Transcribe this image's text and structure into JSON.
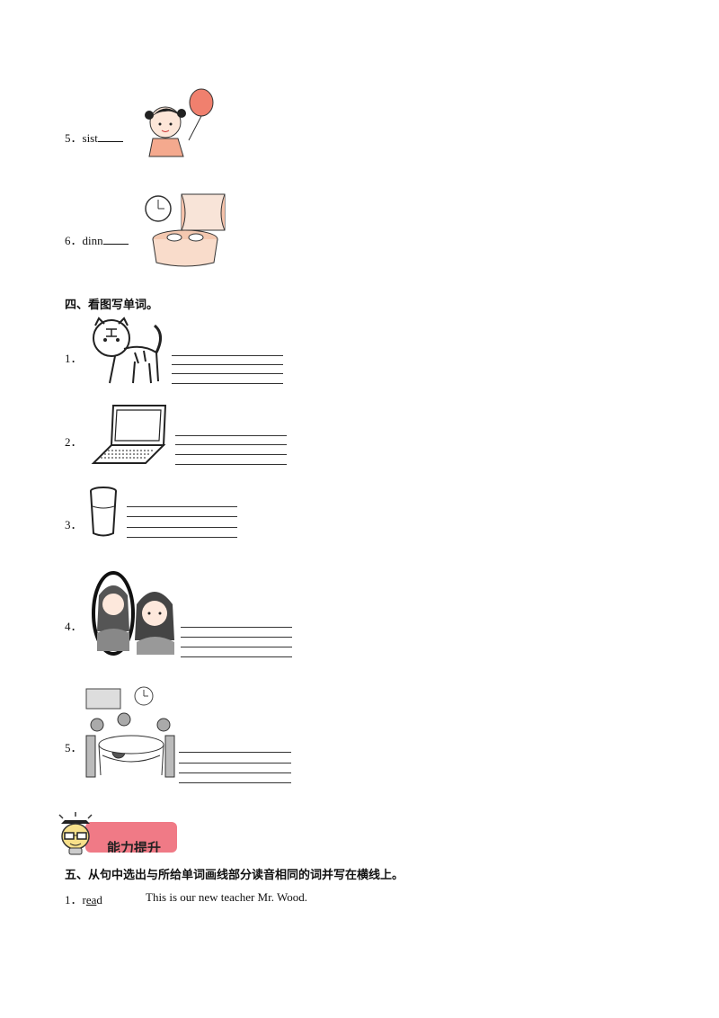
{
  "phonics_items": [
    {
      "number": "5．",
      "word_prefix": "sist",
      "image": "girl-with-balloon"
    },
    {
      "number": "6．",
      "word_prefix": "dinn",
      "image": "dinner-table-clock"
    }
  ],
  "section4": {
    "title": "四、看图写单词。",
    "items": [
      {
        "number": "1．",
        "image": "tiger-icon"
      },
      {
        "number": "2．",
        "image": "laptop-icon"
      },
      {
        "number": "3．",
        "image": "glass-icon"
      },
      {
        "number": "4．",
        "image": "sisters-icon"
      },
      {
        "number": "5．",
        "image": "family-dinner-icon"
      }
    ]
  },
  "banner": {
    "label": "能力提升",
    "icon": "lightbulb-icon",
    "color": "#f07a86"
  },
  "section5": {
    "title": "五、从句中选出与所给单词画线部分读音相同的词并写在横线上。",
    "items": [
      {
        "number": "1．",
        "word_before": "r",
        "word_underlined": "ea",
        "word_after": "d",
        "sentence": "This is our new teacher Mr. Wood."
      }
    ]
  }
}
